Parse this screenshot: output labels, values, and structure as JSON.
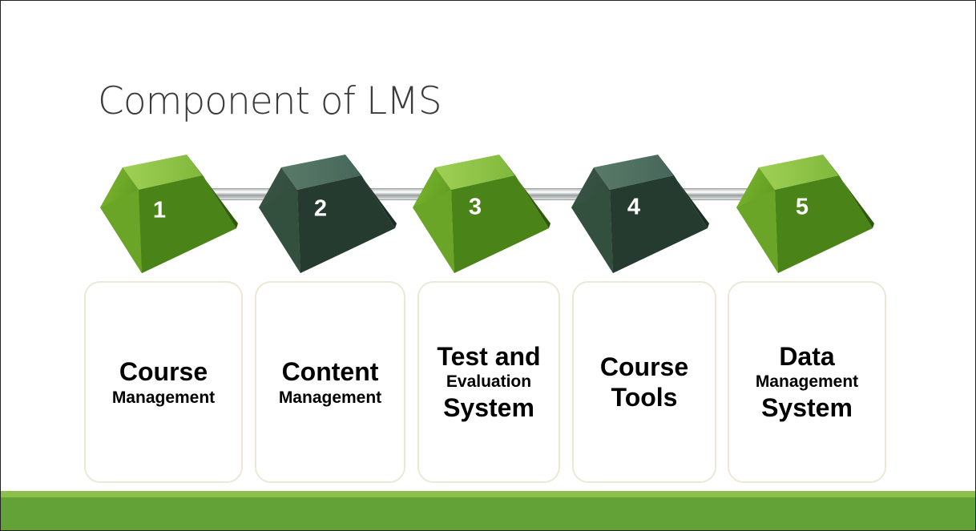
{
  "slide": {
    "title": "Component of LMS"
  },
  "colors": {
    "green_cube": "#6aa121",
    "dark_cube": "#3a5a48",
    "footer_light": "#8cc04a",
    "footer_dark": "#63a236",
    "card_border": "#ece8d6"
  },
  "steps": [
    {
      "number": "1",
      "line1": "Course",
      "line2": "Management",
      "line3": "",
      "color": "green"
    },
    {
      "number": "2",
      "line1": "Content",
      "line2": "Management",
      "line3": "",
      "color": "dark"
    },
    {
      "number": "3",
      "line1": "Test and",
      "line2": "Evaluation",
      "line3": "System",
      "color": "green"
    },
    {
      "number": "4",
      "line1": "Course",
      "line2": "Tools",
      "line3": "",
      "color": "dark"
    },
    {
      "number": "5",
      "line1": "Data",
      "line2": "Management",
      "line3": "System",
      "color": "green"
    }
  ]
}
